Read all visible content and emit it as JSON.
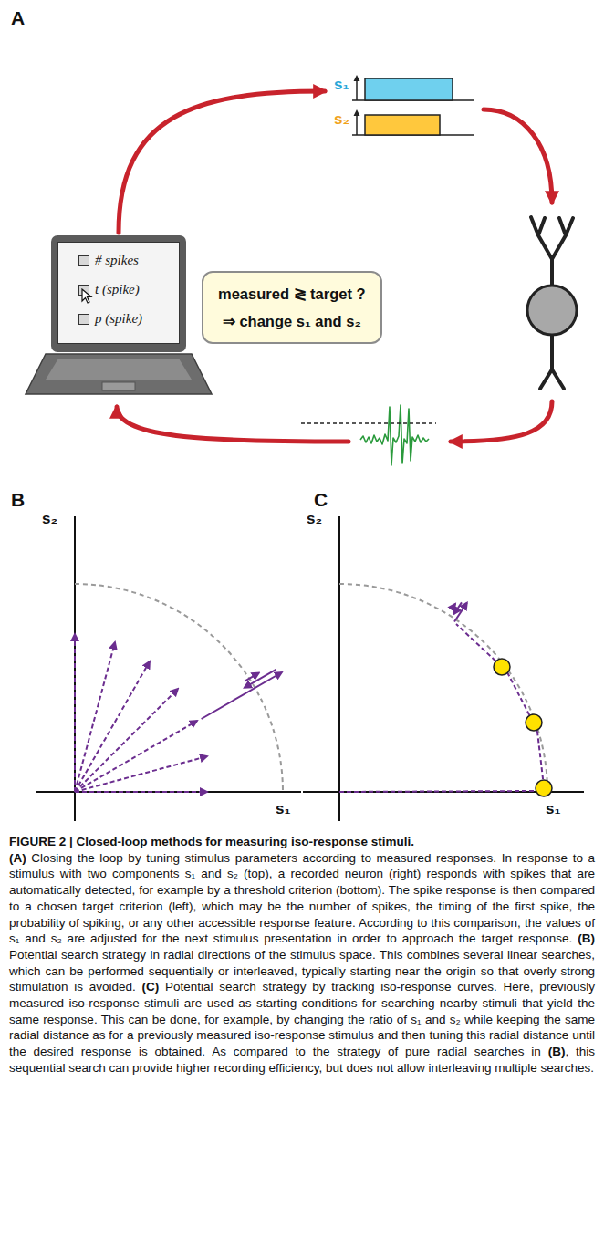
{
  "diagram": {
    "caption": "FIGURE 2 | Closed-loop methods for measuring iso-response stimuli.",
    "nodes": [
      {
        "text": [
          "# spikes",
          "t (spike)",
          "p (spike)"
        ]
      },
      {
        "text": [
          "measured ≷ target ?",
          "⇒ change s₁ and s₂"
        ]
      },
      {
        "text": [
          "s₁",
          "s₂"
        ]
      }
    ],
    "edges": [
      {
        "from": 0,
        "to": 2,
        "arrow": "to"
      }
    ],
    "labels": [
      "A",
      "B",
      "C",
      "s₂",
      "s₁",
      "s₂",
      "s₁",
      "(A)",
      "Closing the loop by tuning stimulus parameters according to measured responses. In response to a stimulus with two components s₁ and s₂ (top), a recorded neuron (right) responds with spikes that are automatically detected, for example by a threshold criterion (bottom). The spike response is then compared to a chosen target criterion (left), which may be the number of spikes, the timing of the first spike, the probability of spiking, or any other accessible response feature. According to this comparison, the values of s₁ and s₂ are adjusted for the next stimulus presentation in order to approach the target response.",
      "(B)",
      "Potential search strategy in radial directions of the stimulus space. This combines several linear searches, which can be performed sequentially or interleaved, typically starting near the origin so that overly strong stimulation is avoided.",
      "(C)",
      "Potential search strategy by tracking iso-response curves. Here, previously measured iso-response stimuli are used as starting conditions for searching nearby stimuli that yield the same response. This can be done, for example, by changing the ratio of s₁ and s₂ while keeping the same radial distance as for a previously measured iso-response stimulus and then tuning this radial distance until the desired response is obtained. As compared to the strategy of pure radial searches in",
      "(B)",
      ", this sequential search can provide higher recording efficiency, but does not allow interleaving multiple searches."
    ]
  }
}
